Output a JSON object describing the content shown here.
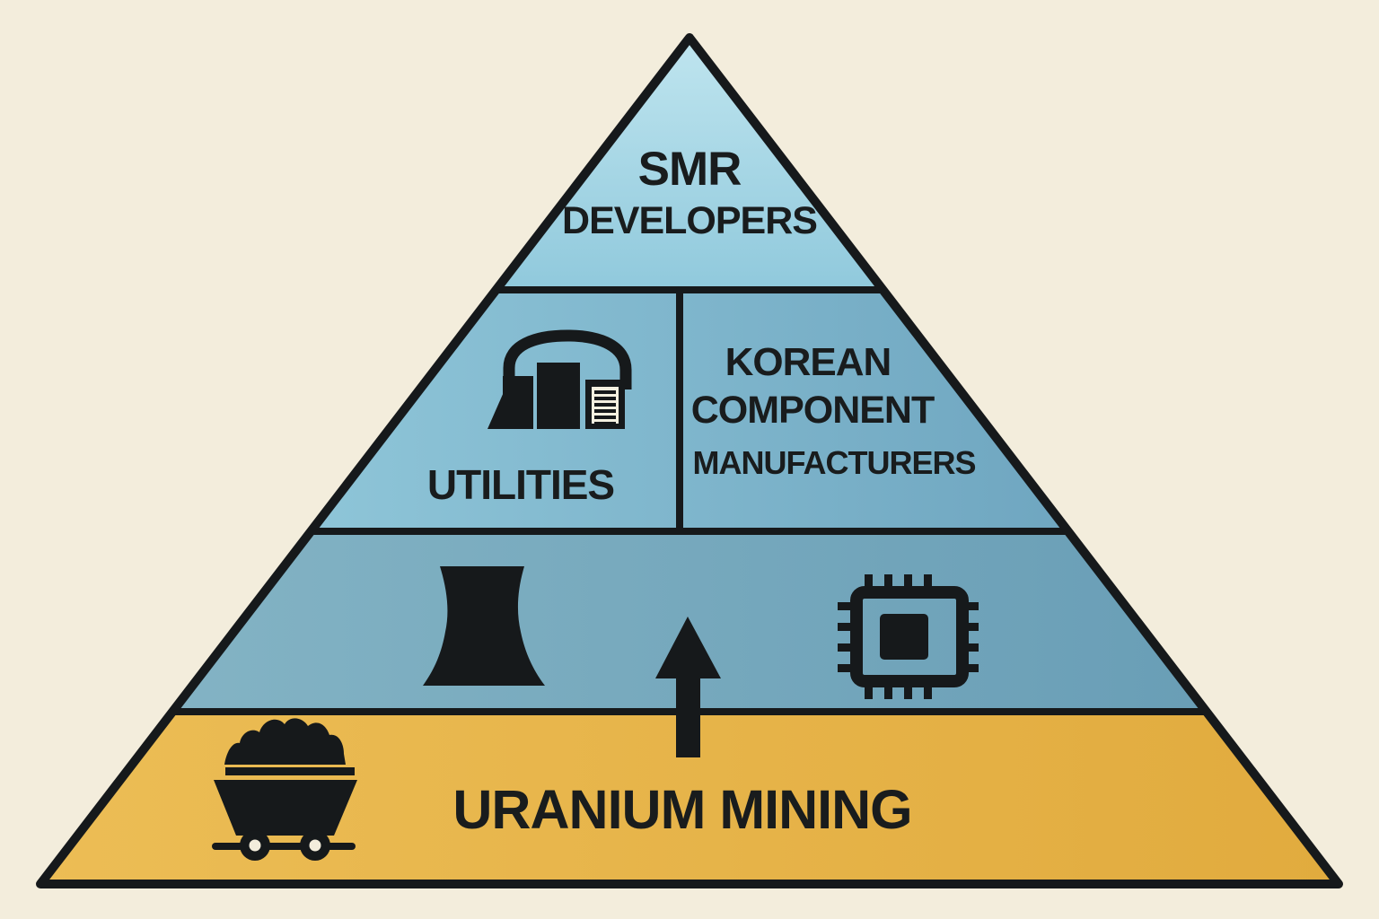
{
  "diagram": {
    "type": "pyramid",
    "layer_count": 4
  },
  "colors": {
    "background": "#f3eddc",
    "ink": "#16191b",
    "text": "#191c1d",
    "top_layer_light": "#bfe5ef",
    "top_layer_dark": "#90c9dc",
    "middle_layer_light": "#8ec5d8",
    "middle_layer_dark": "#6fa6c0",
    "lower_layer_light": "#83b3c4",
    "lower_layer_dark": "#699eb6",
    "base_layer_light": "#ecbd55",
    "base_layer_dark": "#e1ab3e",
    "icon_panel_white": "#f4f0e0"
  },
  "pyramid": {
    "top": {
      "line1": "SMR",
      "line2": "DEVELOPERS"
    },
    "middle_left": {
      "label": "UTILITIES",
      "icon": "power-plant-icon"
    },
    "middle_right": {
      "line1": "KOREAN",
      "line2": "COMPONENT",
      "line3": "MANUFACTURERS"
    },
    "lower": {
      "icons": [
        "cooling-tower-icon",
        "up-arrow-icon",
        "chip-icon"
      ]
    },
    "base": {
      "label": "URANIUM MINING",
      "icon": "mine-cart-icon"
    }
  }
}
